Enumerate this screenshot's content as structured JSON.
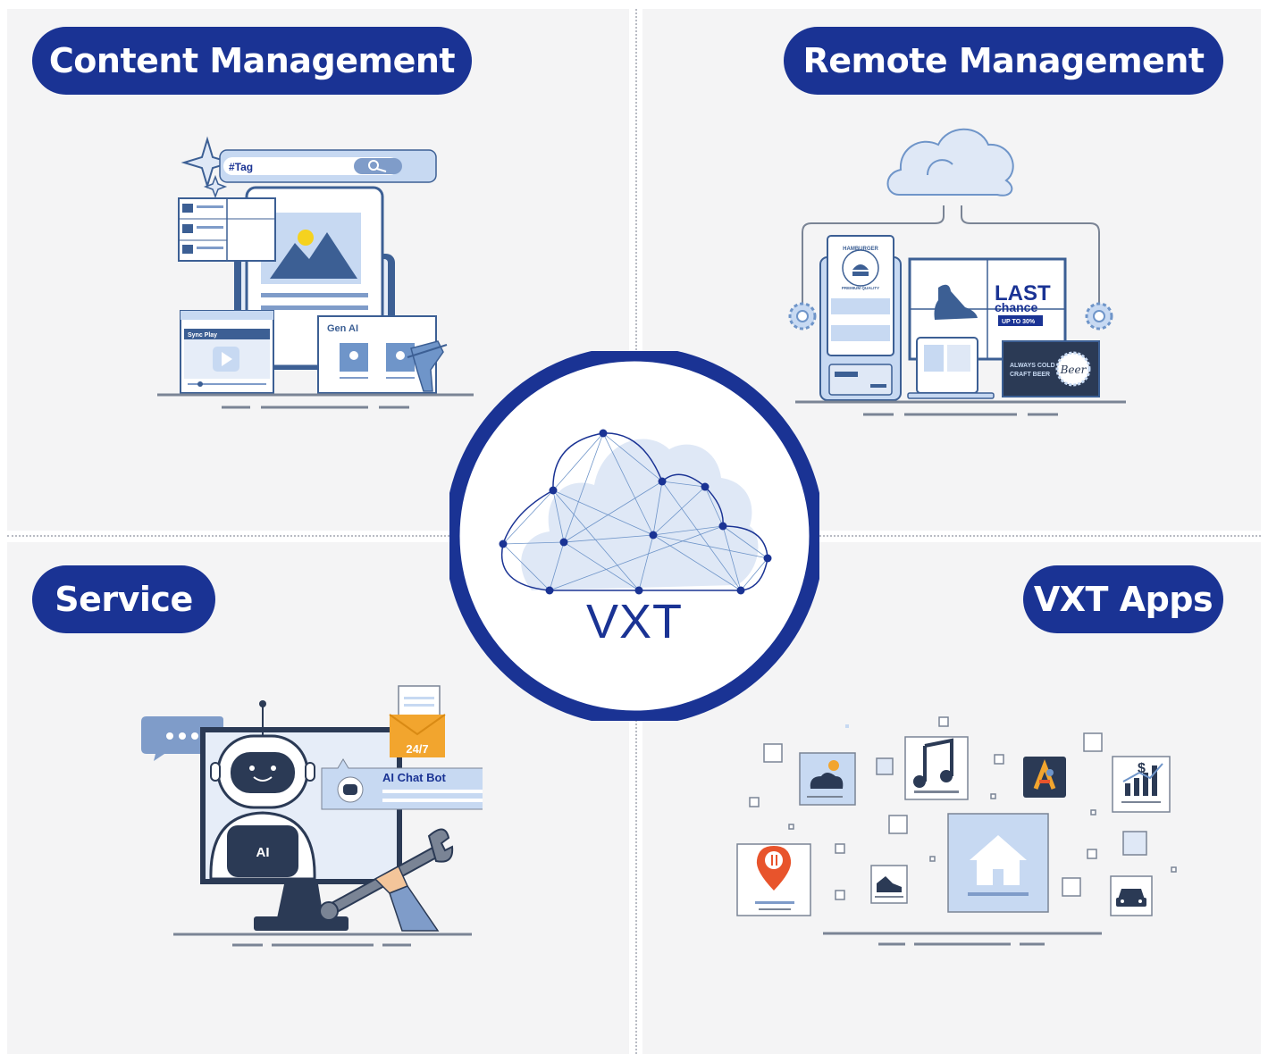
{
  "quadrants": {
    "content_management": {
      "title": "Content Management",
      "search_tag": "#Tag",
      "sync_play_label": "Sync Play",
      "gen_ai_label": "Gen AI"
    },
    "remote_management": {
      "title": "Remote Management",
      "hamburger_label": "HAMBURGER",
      "premium_label": "PREMIUM QUALITY",
      "last_label": "LAST",
      "chance_label": "chance",
      "discount_label": "UP TO 30%",
      "always_cold_label": "ALWAYS COLD",
      "craft_beer_label": "CRAFT BEER",
      "beer_label": "Beer"
    },
    "service": {
      "title": "Service",
      "ai_chat_bot_label": "AI Chat Bot",
      "support_hours": "24/7",
      "robot_chip_label": "AI"
    },
    "vxt_apps": {
      "title": "VXT Apps"
    }
  },
  "center": {
    "label": "VXT"
  },
  "colors": {
    "brand_navy": "#1a3394",
    "panel_bg": "#f4f4f5",
    "illus_blue": "#3c5f94",
    "light_blue": "#c7d9f2",
    "accent_orange": "#f2a52e",
    "accent_red": "#e8542c"
  }
}
